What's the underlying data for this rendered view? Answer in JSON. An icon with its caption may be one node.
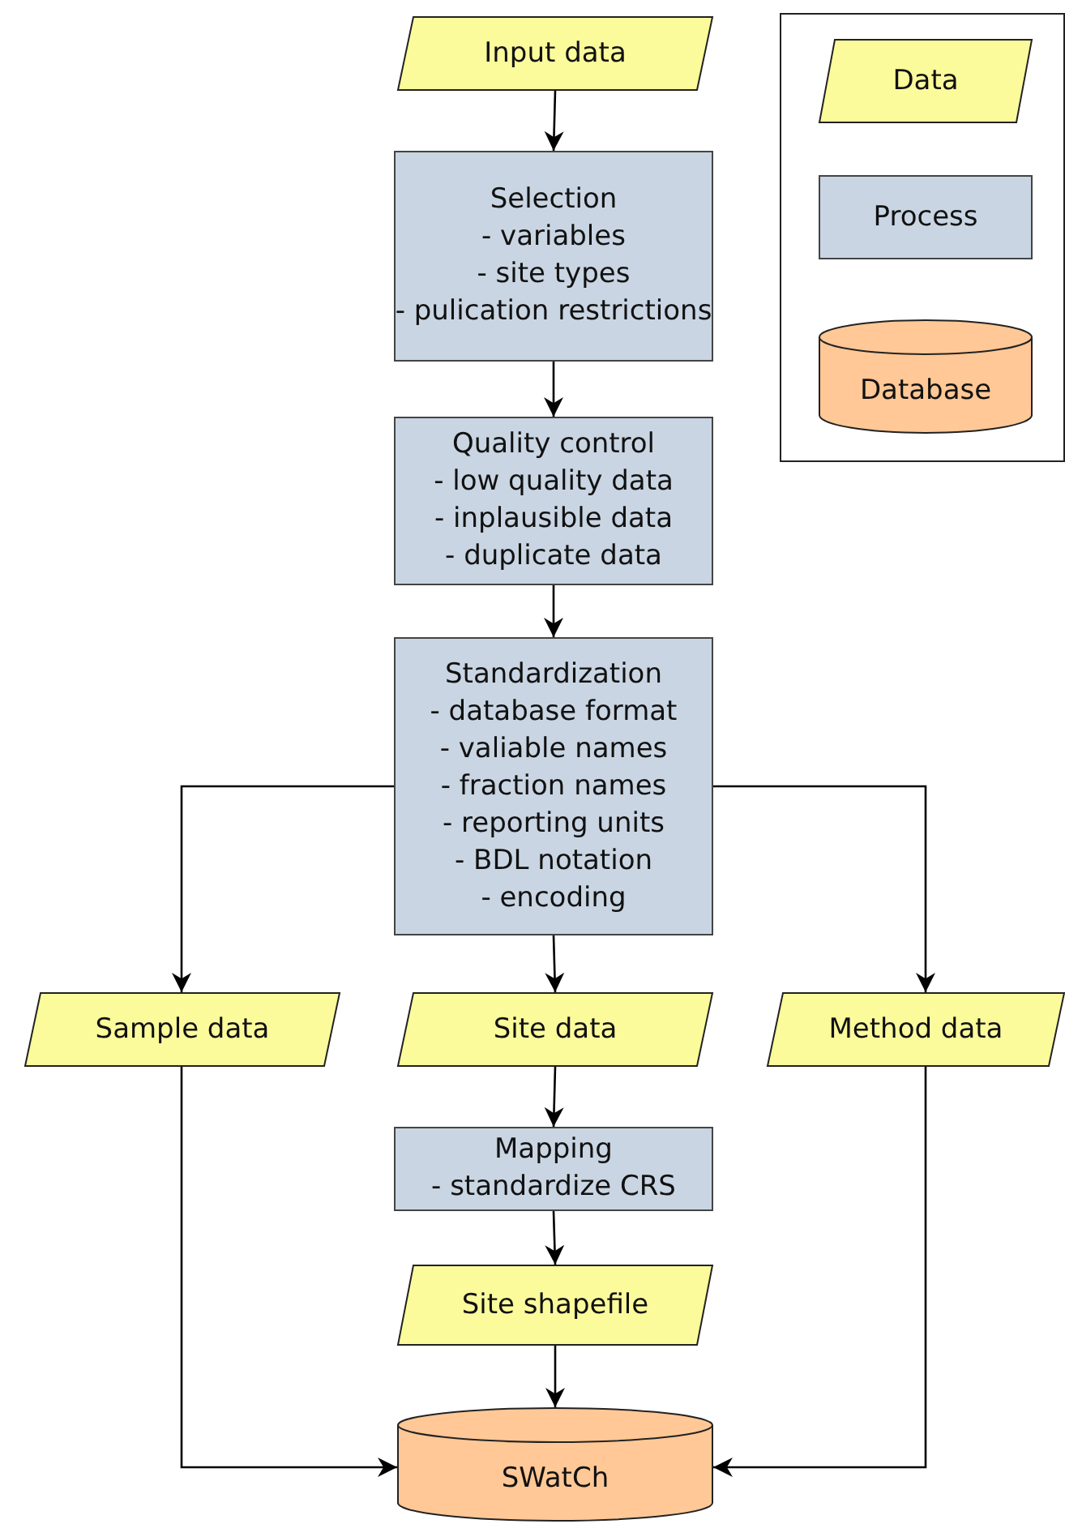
{
  "diagram": {
    "nodes": [
      {
        "text": [
          "Input data"
        ]
      },
      {
        "text": [
          "Selection",
          "- variables",
          "- site types",
          "- pulication restrictions"
        ]
      },
      {
        "text": [
          "Quality control",
          "- low quality data",
          "- inplausible data",
          "- duplicate data"
        ]
      },
      {
        "text": [
          "Standardization",
          "- database format",
          "- valiable names",
          "- fraction names",
          "- reporting units",
          "- BDL notation",
          "- encoding"
        ]
      },
      {
        "text": [
          "Sample data"
        ]
      },
      {
        "text": [
          "Site data"
        ]
      },
      {
        "text": [
          "Method data"
        ]
      },
      {
        "text": [
          "Mapping",
          "- standardize CRS"
        ]
      },
      {
        "text": [
          "Site shapefile"
        ]
      },
      {
        "text": [
          "SWatCh"
        ]
      }
    ],
    "edges": [
      {
        "from": 0,
        "to": 1,
        "arrow": "to"
      },
      {
        "from": 1,
        "to": 2,
        "arrow": "to"
      },
      {
        "from": 2,
        "to": 3,
        "arrow": "to"
      },
      {
        "from": 3,
        "to": 4,
        "arrow": "to"
      },
      {
        "from": 3,
        "to": 5,
        "arrow": "to"
      },
      {
        "from": 3,
        "to": 6,
        "arrow": "to"
      },
      {
        "from": 4,
        "to": 9,
        "arrow": "to"
      },
      {
        "from": 5,
        "to": 7,
        "arrow": "to"
      },
      {
        "from": 7,
        "to": 8,
        "arrow": "to"
      },
      {
        "from": 8,
        "to": 9,
        "arrow": "to"
      },
      {
        "from": 6,
        "to": 9,
        "arrow": "to"
      }
    ],
    "legend": [
      {
        "text": "Data"
      },
      {
        "text": "Process"
      },
      {
        "text": "Database"
      }
    ]
  }
}
